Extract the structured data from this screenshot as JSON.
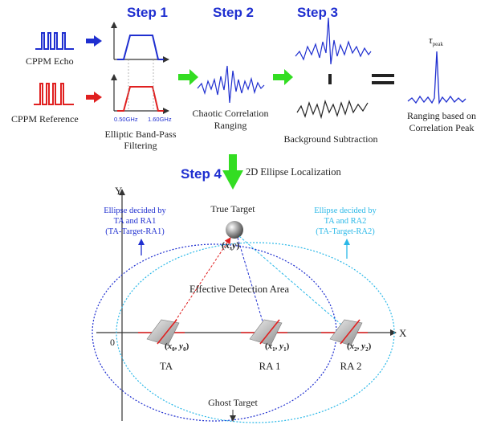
{
  "steps": {
    "step1": "Step 1",
    "step2": "Step 2",
    "step3": "Step 3",
    "step4": "Step 4"
  },
  "signals": {
    "echo": "CPPM Echo",
    "reference": "CPPM Reference"
  },
  "filter": {
    "low_freq": "0.50GHz",
    "high_freq": "1.60GHz",
    "label_line1": "Elliptic Band-Pass",
    "label_line2": "Filtering"
  },
  "ranging": {
    "label_line1": "Chaotic Correlation",
    "label_line2": "Ranging"
  },
  "background": {
    "label": "Background Subtraction"
  },
  "peak": {
    "tau": "τ",
    "tau_sub": "peak",
    "label_line1": "Ranging based on",
    "label_line2": "Correlation Peak"
  },
  "localization": {
    "label": "2D Ellipse Localization"
  },
  "axes": {
    "y": "Y",
    "x": "X",
    "origin": "0"
  },
  "ellipse_ra1": {
    "line1": "Ellipse decided by",
    "line2": "TA and RA1",
    "line3": "(TA-Target-RA1)"
  },
  "ellipse_ra2": {
    "line1": "Ellipse decided by",
    "line2": "TA and RA2",
    "line3": "(TA-Target-RA2)"
  },
  "targets": {
    "true_target": "True Target",
    "ghost_target": "Ghost Target",
    "effective_area": "Effective Detection Area"
  },
  "target_coord": {
    "x": "x",
    "y": "y"
  },
  "antennas": [
    {
      "name": "TA",
      "cx": "x",
      "csx": "0",
      "cy": "y",
      "csy": "0"
    },
    {
      "name": "RA 1",
      "cx": "x",
      "csx": "1",
      "cy": "y",
      "csy": "1"
    },
    {
      "name": "RA 2",
      "cx": "x",
      "csx": "2",
      "cy": "y",
      "csy": "2"
    }
  ],
  "colors": {
    "blue": "#1f2fd0",
    "red": "#e02020",
    "green": "#33dd22",
    "cyan": "#2ab8e8",
    "dark": "#222222"
  }
}
